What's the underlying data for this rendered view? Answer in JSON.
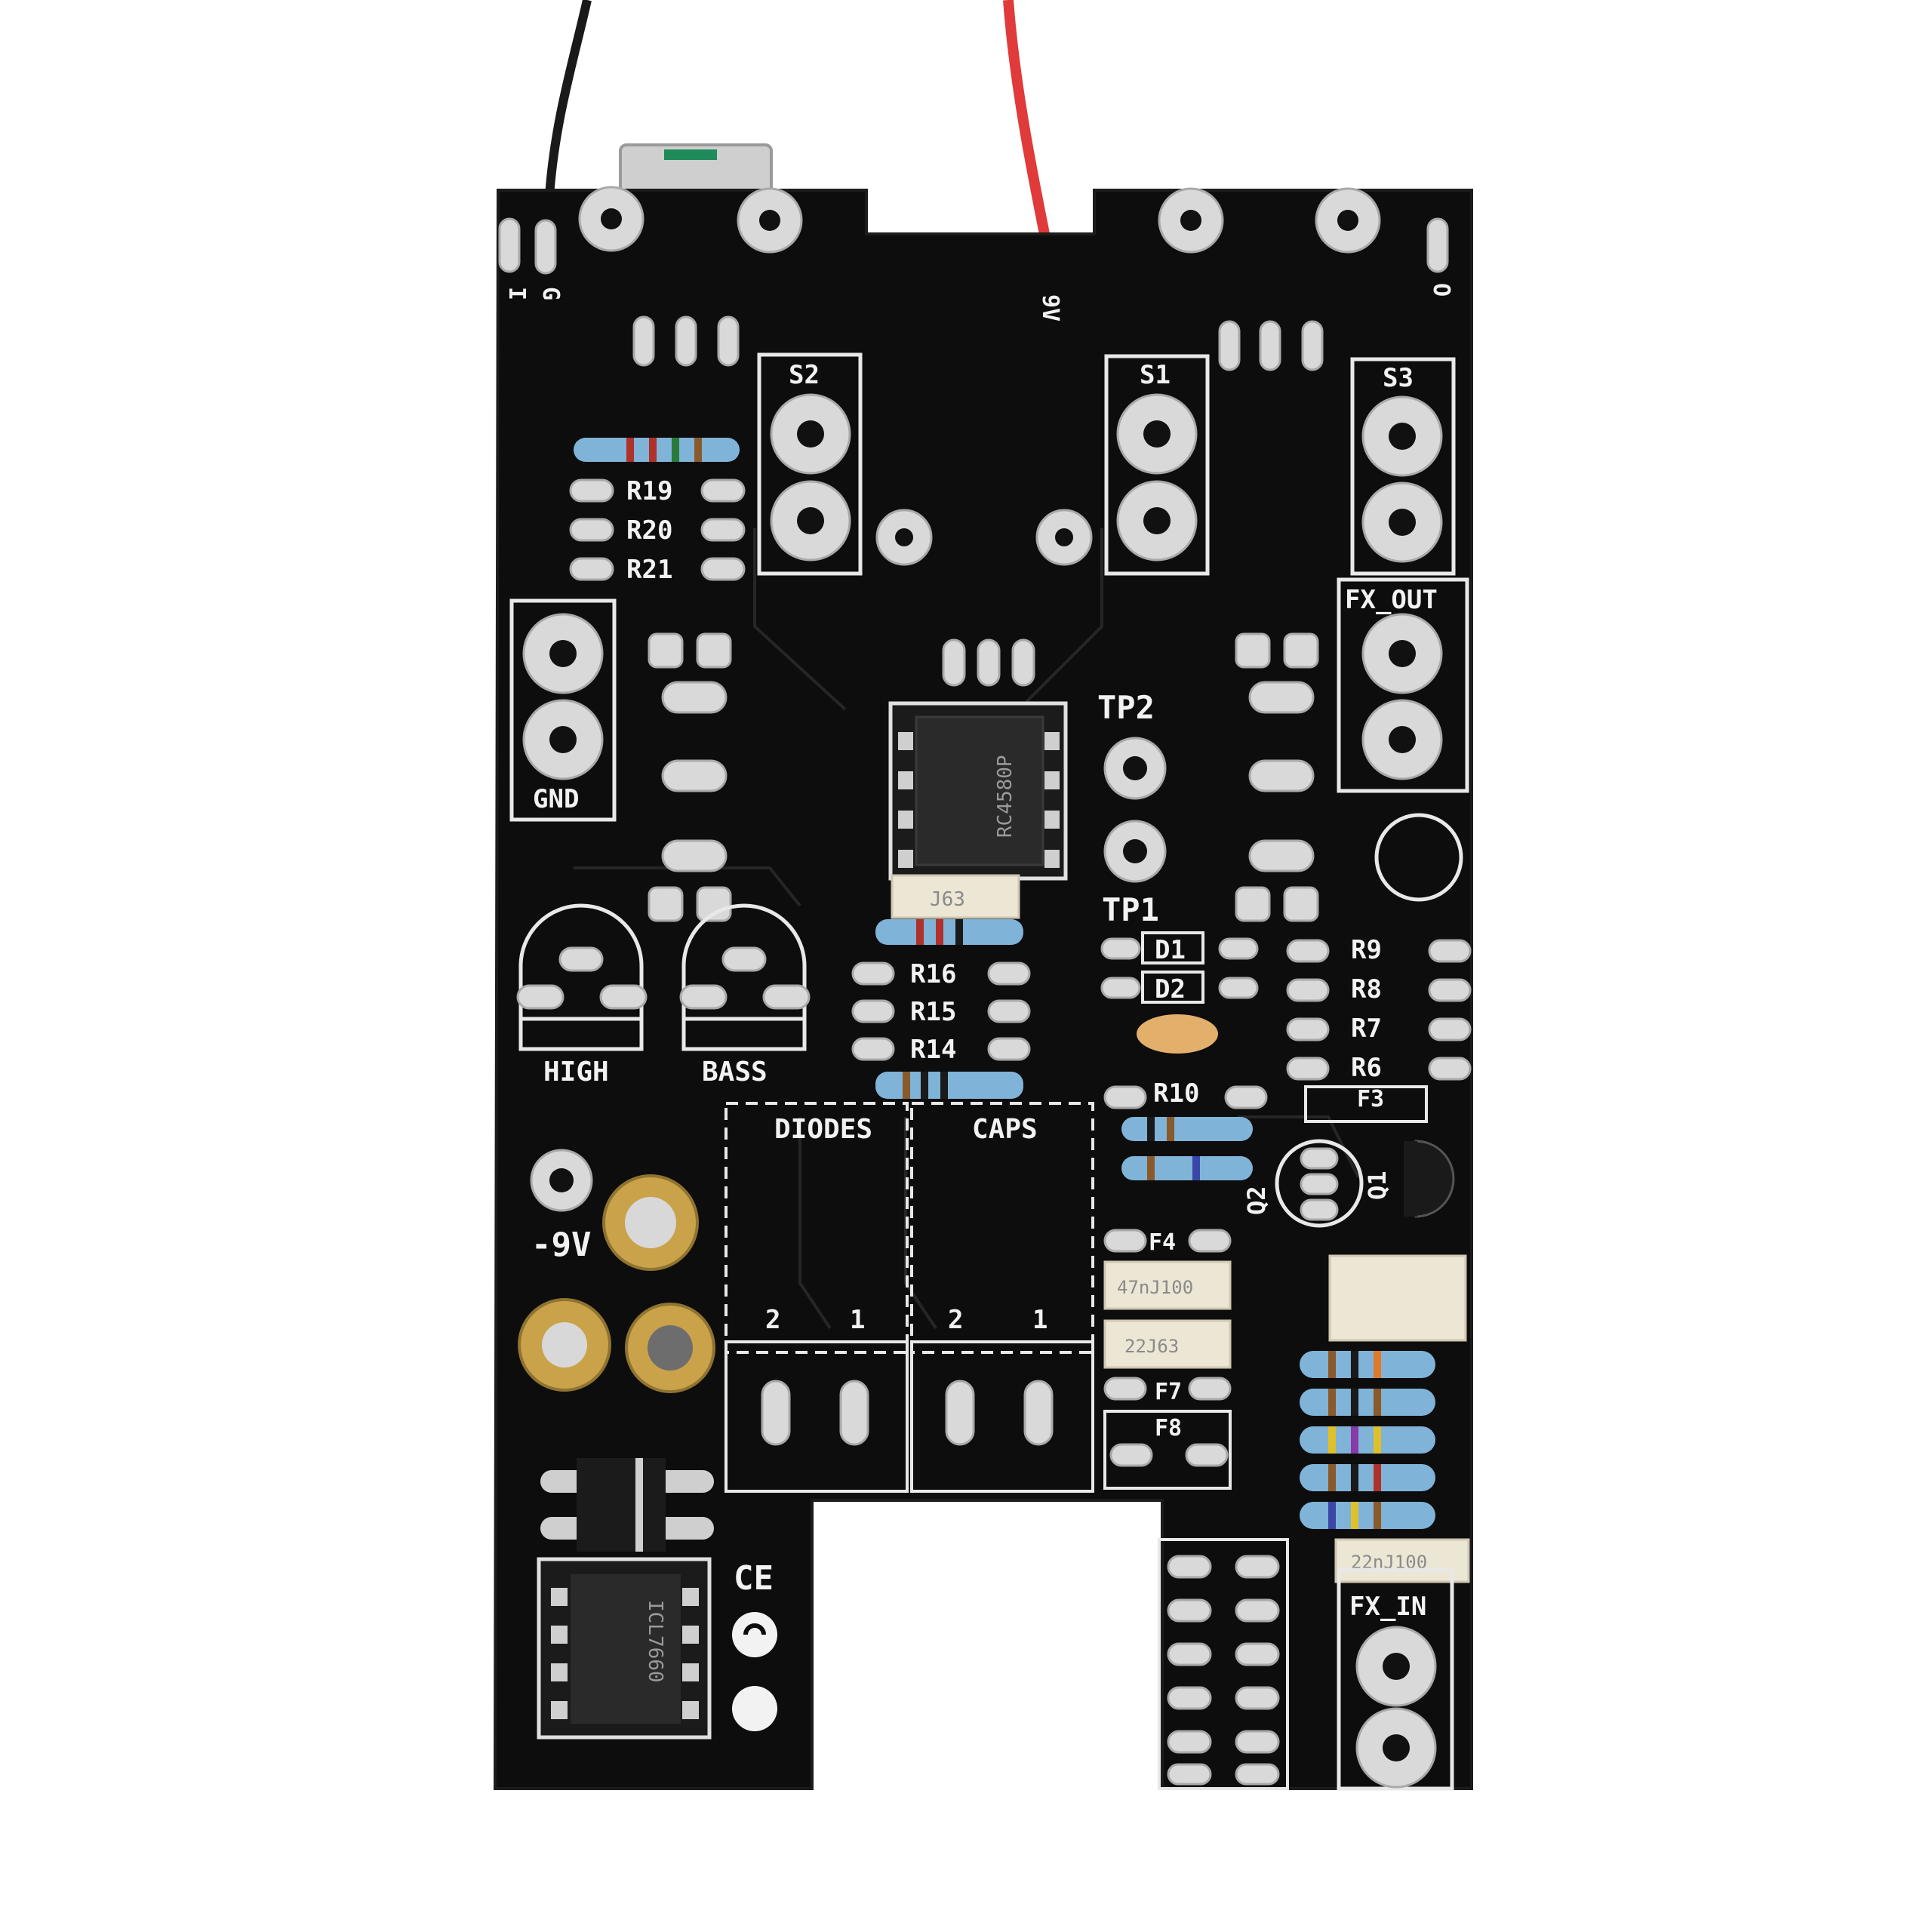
{
  "colors": {
    "background": "#ffffff",
    "pcb": "#0d0d0d",
    "silkscreen": "#f2f2f2",
    "pad": "#d9d9d9",
    "wire_black": "#1a1a1a",
    "wire_red": "#e03a3a",
    "capacitor_gold": "#c9a24a",
    "film_cap": "#ece6d4",
    "ceramic_cap": "#e3b06c"
  },
  "labels": {
    "edge_i": "I",
    "edge_g": "G",
    "edge_o": "O",
    "nine_v": "9V",
    "s1": "S1",
    "s2": "S2",
    "s3": "S3",
    "fx_out": "FX_OUT",
    "fx_in": "FX_IN",
    "gnd": "GND",
    "r19": "R19",
    "r20": "R20",
    "r21": "R21",
    "r16": "R16",
    "r15": "R15",
    "r14": "R14",
    "r10": "R10",
    "r9": "R9",
    "r8": "R8",
    "r7": "R7",
    "r6": "R6",
    "tp1": "TP1",
    "tp2": "TP2",
    "d1": "D1",
    "d2": "D2",
    "f3": "F3",
    "f4": "F4",
    "f7": "F7",
    "f8": "F8",
    "q1": "Q1",
    "q2": "Q2",
    "high": "HIGH",
    "bass": "BASS",
    "diodes": "DIODES",
    "caps": "CAPS",
    "slot_2a": "2",
    "slot_1a": "1",
    "slot_2b": "2",
    "slot_1b": "1",
    "neg_9v": "-9V",
    "ce_mark": "CE",
    "cap_mark_top": "J63",
    "cap_mark_f4": "47nJ100",
    "cap_mark_f7": "22J63",
    "cap_mark_fxin": "22nJ100",
    "chip_top_text": "RC4580P",
    "chip_bottom_text": "ICL7660"
  }
}
